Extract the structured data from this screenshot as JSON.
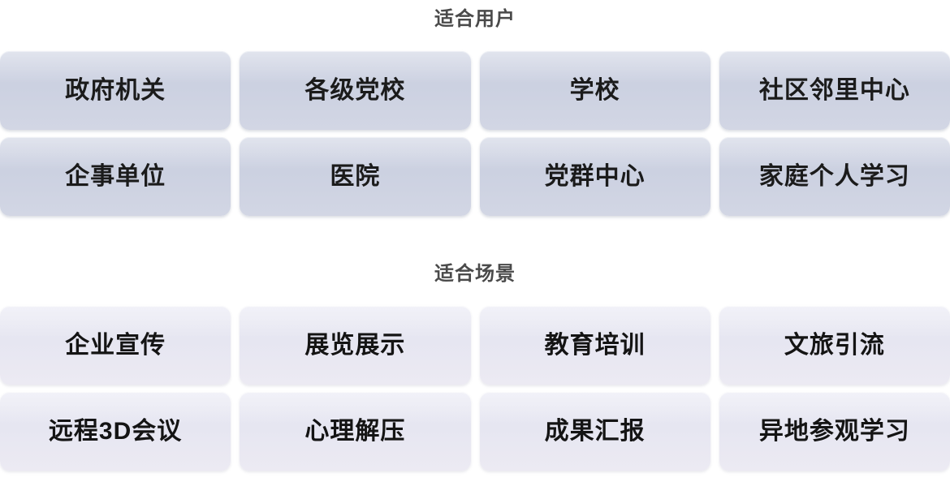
{
  "sections": [
    {
      "id": "users",
      "title": "适合用户",
      "cards": [
        {
          "label": "政府机关"
        },
        {
          "label": "各级党校"
        },
        {
          "label": "学校"
        },
        {
          "label": "社区邻里中心"
        },
        {
          "label": "企事单位"
        },
        {
          "label": "医院"
        },
        {
          "label": "党群中心"
        },
        {
          "label": "家庭个人学习"
        }
      ]
    },
    {
      "id": "scenes",
      "title": "适合场景",
      "cards": [
        {
          "label": "企业宣传"
        },
        {
          "label": "展览展示"
        },
        {
          "label": "教育培训"
        },
        {
          "label": "文旅引流"
        },
        {
          "label": "远程3D会议"
        },
        {
          "label": "心理解压"
        },
        {
          "label": "成果汇报"
        },
        {
          "label": "异地参观学习"
        }
      ]
    }
  ],
  "colors": {
    "page_background": "#ffffff",
    "title_text": "#4a4a4a",
    "card_text": "#1b1b1b",
    "users_card_fill": "#ccd1e1",
    "scenes_card_fill": "#e6e6f1"
  }
}
